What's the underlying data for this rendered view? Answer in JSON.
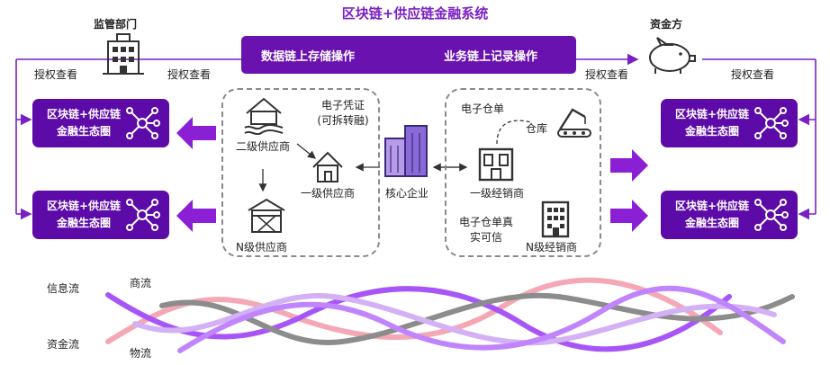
{
  "title": "区块链+供应链金融系统",
  "top_bar": {
    "left": "数据链上存储操作",
    "right": "业务链上记录操作"
  },
  "regulator": {
    "label": "监管部门",
    "view_left": "授权查看",
    "view_right": "授权查看"
  },
  "funder": {
    "label": "资金方",
    "view_left": "授权查看",
    "view_right": "授权查看"
  },
  "ecosystem": {
    "line1": "区块链+供应链",
    "line2": "金融生态圈"
  },
  "supplier_group": {
    "voucher_line1": "电子凭证",
    "voucher_line2": "(可拆转融)",
    "tier2": "二级供应商",
    "tier1": "一级供应商",
    "tiern": "N级供应商"
  },
  "core": {
    "label": "核心企业"
  },
  "dealer_group": {
    "receipt": "电子仓单",
    "warehouse": "仓库",
    "tier1": "一级经销商",
    "trust_line1": "电子仓单真",
    "trust_line2": "实可信",
    "tiern": "N级经销商"
  },
  "flows": {
    "info": "信息流",
    "commerce": "商流",
    "funds": "资金流",
    "logistics": "物流"
  },
  "colors": {
    "accent": "#6a12b0",
    "eco_bg": "#5c0aa8",
    "arrow": "#8a1fd6",
    "wave_purple": "#a855f7",
    "wave_pink": "#f4a7b4",
    "wave_gray": "#8c8c8c",
    "wave_lavender": "#d4b0f5"
  }
}
